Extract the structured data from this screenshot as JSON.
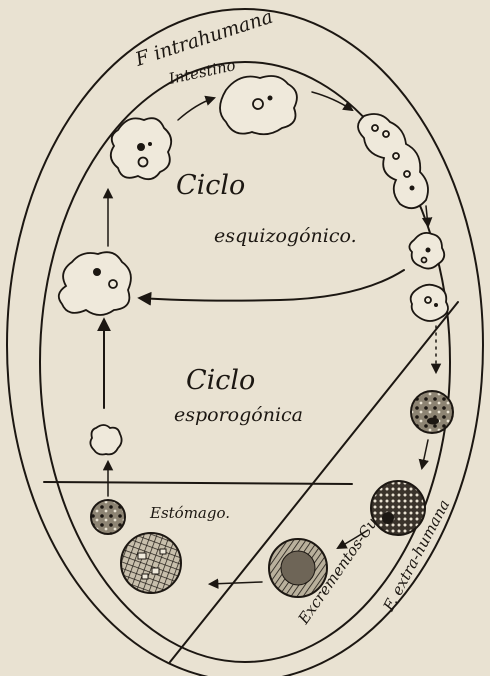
{
  "labels": {
    "intrahuman": "F intrahumana",
    "intestine": "Intestino",
    "cycle1_line1": "Ciclo",
    "cycle1_line2": "esquizogónico.",
    "cycle2_line1": "Ciclo",
    "cycle2_line2": "esporogónica",
    "stomach": "Estómago.",
    "excrement": "Excrementos-Cuadro",
    "extrahuman": "F. extra-humana"
  },
  "colors": {
    "paper": "#e9e2d2",
    "ink": "#1c1712"
  }
}
